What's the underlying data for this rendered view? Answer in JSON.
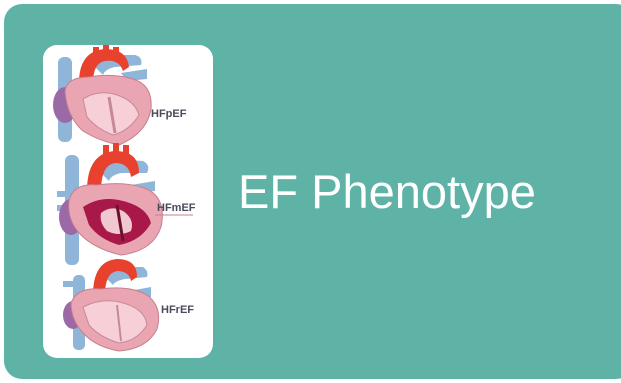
{
  "title": "EF Phenotype",
  "hearts": [
    {
      "label": "HFpEF"
    },
    {
      "label": "HFmEF"
    },
    {
      "label": "HFrEF"
    }
  ],
  "colors": {
    "background": "#5fb3a6",
    "card": "#ffffff",
    "title_text": "#ffffff",
    "aorta": "#e8412e",
    "vessel_blue": "#8fb5d8",
    "myocardium_pink": "#e9a5b2",
    "myocardium_dark": "#a8194a",
    "atrium_purple": "#9b6aa6"
  }
}
